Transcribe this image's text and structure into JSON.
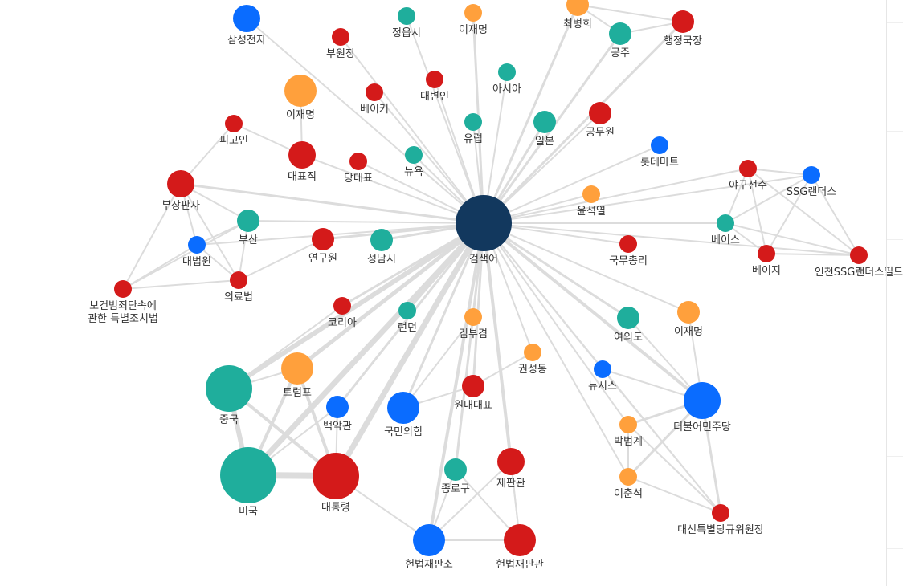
{
  "colors": {
    "hub": "#12385e",
    "red": "#d41a1a",
    "blue": "#0a6cff",
    "teal": "#1fae9c",
    "orange": "#ffa03c",
    "edge": "#dcdcdc"
  },
  "nodes": [
    {
      "id": "hub",
      "label": "검색어",
      "color": "hub"
    },
    {
      "id": "samsung",
      "label": "삼성전자",
      "color": "blue"
    },
    {
      "id": "bu_wonjang",
      "label": "부원장",
      "color": "red"
    },
    {
      "id": "jeongeup",
      "label": "정읍시",
      "color": "teal"
    },
    {
      "id": "ljm_top",
      "label": "이재명",
      "color": "orange"
    },
    {
      "id": "choi",
      "label": "최병희",
      "color": "orange"
    },
    {
      "id": "haengjeong",
      "label": "행정국장",
      "color": "red"
    },
    {
      "id": "gongju",
      "label": "공주",
      "color": "teal"
    },
    {
      "id": "ljm_left",
      "label": "이재명",
      "color": "orange"
    },
    {
      "id": "baker",
      "label": "베이커",
      "color": "red"
    },
    {
      "id": "byeonin",
      "label": "대변인",
      "color": "red"
    },
    {
      "id": "asia",
      "label": "아시아",
      "color": "teal"
    },
    {
      "id": "pigoin",
      "label": "피고인",
      "color": "red"
    },
    {
      "id": "yureop",
      "label": "유럽",
      "color": "teal"
    },
    {
      "id": "ilbon",
      "label": "일본",
      "color": "teal"
    },
    {
      "id": "gongmuwon",
      "label": "공무원",
      "color": "red"
    },
    {
      "id": "daepyojik",
      "label": "대표직",
      "color": "red"
    },
    {
      "id": "dangdaepyo",
      "label": "당대표",
      "color": "red"
    },
    {
      "id": "nyuyok",
      "label": "뉴욕",
      "color": "teal"
    },
    {
      "id": "lotte",
      "label": "롯데마트",
      "color": "blue"
    },
    {
      "id": "bujang",
      "label": "부장판사",
      "color": "red"
    },
    {
      "id": "yagu",
      "label": "야구선수",
      "color": "red"
    },
    {
      "id": "ssg",
      "label": "SSG랜더스",
      "color": "blue"
    },
    {
      "id": "yoon",
      "label": "윤석열",
      "color": "orange"
    },
    {
      "id": "busan",
      "label": "부산",
      "color": "teal"
    },
    {
      "id": "beiseu",
      "label": "베이스",
      "color": "teal"
    },
    {
      "id": "daebeopwon",
      "label": "대법원",
      "color": "blue"
    },
    {
      "id": "yeonguwon",
      "label": "연구원",
      "color": "red"
    },
    {
      "id": "seongnam",
      "label": "성남시",
      "color": "teal"
    },
    {
      "id": "gukmu",
      "label": "국무총리",
      "color": "red"
    },
    {
      "id": "beiji",
      "label": "베이지",
      "color": "red"
    },
    {
      "id": "incheonssg",
      "label": "인천SSG랜더스필드",
      "color": "red"
    },
    {
      "id": "boheom",
      "label": "보건범죄단속에\n관한 특별조치법",
      "color": "red"
    },
    {
      "id": "uiryo",
      "label": "의료법",
      "color": "red"
    },
    {
      "id": "korea",
      "label": "코리아",
      "color": "red"
    },
    {
      "id": "london",
      "label": "런던",
      "color": "teal"
    },
    {
      "id": "kimbu",
      "label": "김부겸",
      "color": "orange"
    },
    {
      "id": "yeouido",
      "label": "여의도",
      "color": "teal"
    },
    {
      "id": "ljm_right",
      "label": "이재명",
      "color": "orange"
    },
    {
      "id": "gwonseong",
      "label": "권성동",
      "color": "orange"
    },
    {
      "id": "newsis",
      "label": "뉴시스",
      "color": "blue"
    },
    {
      "id": "trump",
      "label": "트럼프",
      "color": "orange"
    },
    {
      "id": "china",
      "label": "중국",
      "color": "teal"
    },
    {
      "id": "baekak",
      "label": "백악관",
      "color": "blue"
    },
    {
      "id": "ppp",
      "label": "국민의힘",
      "color": "blue"
    },
    {
      "id": "wonnae",
      "label": "원내대표",
      "color": "red"
    },
    {
      "id": "dpk",
      "label": "더불어민주당",
      "color": "blue"
    },
    {
      "id": "parkbeom",
      "label": "박범계",
      "color": "orange"
    },
    {
      "id": "usa",
      "label": "미국",
      "color": "teal"
    },
    {
      "id": "president",
      "label": "대통령",
      "color": "red"
    },
    {
      "id": "jongno",
      "label": "종로구",
      "color": "teal"
    },
    {
      "id": "judge",
      "label": "재판관",
      "color": "red"
    },
    {
      "id": "leechun",
      "label": "이춘석",
      "color": "orange"
    },
    {
      "id": "election",
      "label": "대선특별당규위원장",
      "color": "red"
    },
    {
      "id": "hcourt",
      "label": "헌법재판소",
      "color": "blue"
    },
    {
      "id": "hjudge",
      "label": "헌법재판관",
      "color": "red"
    }
  ],
  "edges": [
    [
      "hub",
      "samsung"
    ],
    [
      "hub",
      "bu_wonjang"
    ],
    [
      "hub",
      "jeongeup"
    ],
    [
      "hub",
      "ljm_top"
    ],
    [
      "hub",
      "choi"
    ],
    [
      "hub",
      "gongju"
    ],
    [
      "hub",
      "haengjeong"
    ],
    [
      "hub",
      "baker"
    ],
    [
      "hub",
      "byeonin"
    ],
    [
      "hub",
      "asia"
    ],
    [
      "hub",
      "yureop"
    ],
    [
      "hub",
      "ilbon"
    ],
    [
      "hub",
      "gongmuwon"
    ],
    [
      "hub",
      "daepyojik"
    ],
    [
      "hub",
      "dangdaepyo"
    ],
    [
      "hub",
      "nyuyok"
    ],
    [
      "hub",
      "lotte"
    ],
    [
      "hub",
      "bujang"
    ],
    [
      "hub",
      "yagu"
    ],
    [
      "hub",
      "ssg"
    ],
    [
      "hub",
      "yoon"
    ],
    [
      "hub",
      "busan"
    ],
    [
      "hub",
      "beiseu"
    ],
    [
      "hub",
      "daebeopwon"
    ],
    [
      "hub",
      "yeonguwon"
    ],
    [
      "hub",
      "seongnam"
    ],
    [
      "hub",
      "gukmu"
    ],
    [
      "hub",
      "incheonssg"
    ],
    [
      "hub",
      "korea"
    ],
    [
      "hub",
      "london"
    ],
    [
      "hub",
      "kimbu"
    ],
    [
      "hub",
      "yeouido"
    ],
    [
      "hub",
      "ljm_right"
    ],
    [
      "hub",
      "gwonseong"
    ],
    [
      "hub",
      "newsis"
    ],
    [
      "hub",
      "trump"
    ],
    [
      "hub",
      "china"
    ],
    [
      "hub",
      "baekak"
    ],
    [
      "hub",
      "ppp"
    ],
    [
      "hub",
      "wonnae"
    ],
    [
      "hub",
      "dpk"
    ],
    [
      "hub",
      "usa"
    ],
    [
      "hub",
      "president"
    ],
    [
      "hub",
      "jongno"
    ],
    [
      "hub",
      "judge"
    ],
    [
      "hub",
      "hcourt"
    ],
    [
      "hub",
      "election"
    ],
    [
      "hub",
      "parkbeom"
    ],
    [
      "hub",
      "leechun"
    ],
    [
      "hub",
      "hjudge"
    ],
    [
      "choi",
      "gongju"
    ],
    [
      "choi",
      "haengjeong"
    ],
    [
      "gongju",
      "haengjeong"
    ],
    [
      "ljm_left",
      "daepyojik"
    ],
    [
      "pigoin",
      "daepyojik"
    ],
    [
      "pigoin",
      "bujang"
    ],
    [
      "bujang",
      "busan"
    ],
    [
      "bujang",
      "daebeopwon"
    ],
    [
      "bujang",
      "uiryo"
    ],
    [
      "bujang",
      "boheom"
    ],
    [
      "busan",
      "daebeopwon"
    ],
    [
      "busan",
      "uiryo"
    ],
    [
      "busan",
      "boheom"
    ],
    [
      "daebeopwon",
      "boheom"
    ],
    [
      "daebeopwon",
      "uiryo"
    ],
    [
      "uiryo",
      "boheom"
    ],
    [
      "yeonguwon",
      "uiryo"
    ],
    [
      "yagu",
      "ssg"
    ],
    [
      "yagu",
      "beiseu"
    ],
    [
      "yagu",
      "beiji"
    ],
    [
      "yagu",
      "incheonssg"
    ],
    [
      "ssg",
      "beiseu"
    ],
    [
      "ssg",
      "beiji"
    ],
    [
      "ssg",
      "incheonssg"
    ],
    [
      "beiseu",
      "beiji"
    ],
    [
      "beiseu",
      "incheonssg"
    ],
    [
      "beiji",
      "incheonssg"
    ],
    [
      "china",
      "usa"
    ],
    [
      "china",
      "trump"
    ],
    [
      "china",
      "president"
    ],
    [
      "trump",
      "usa"
    ],
    [
      "trump",
      "president"
    ],
    [
      "baekak",
      "usa"
    ],
    [
      "baekak",
      "president"
    ],
    [
      "usa",
      "president"
    ],
    [
      "korea",
      "china"
    ],
    [
      "president",
      "hcourt"
    ],
    [
      "ppp",
      "wonnae"
    ],
    [
      "wonnae",
      "gwonseong"
    ],
    [
      "ppp",
      "kimbu"
    ],
    [
      "dpk",
      "newsis"
    ],
    [
      "dpk",
      "yeouido"
    ],
    [
      "dpk",
      "ljm_right"
    ],
    [
      "dpk",
      "parkbeom"
    ],
    [
      "dpk",
      "leechun"
    ],
    [
      "dpk",
      "election"
    ],
    [
      "parkbeom",
      "leechun"
    ],
    [
      "parkbeom",
      "election"
    ],
    [
      "leechun",
      "election"
    ],
    [
      "jongno",
      "hcourt"
    ],
    [
      "jongno",
      "hjudge"
    ],
    [
      "judge",
      "hcourt"
    ],
    [
      "judge",
      "hjudge"
    ],
    [
      "hcourt",
      "hjudge"
    ],
    [
      "newsis",
      "election"
    ]
  ]
}
